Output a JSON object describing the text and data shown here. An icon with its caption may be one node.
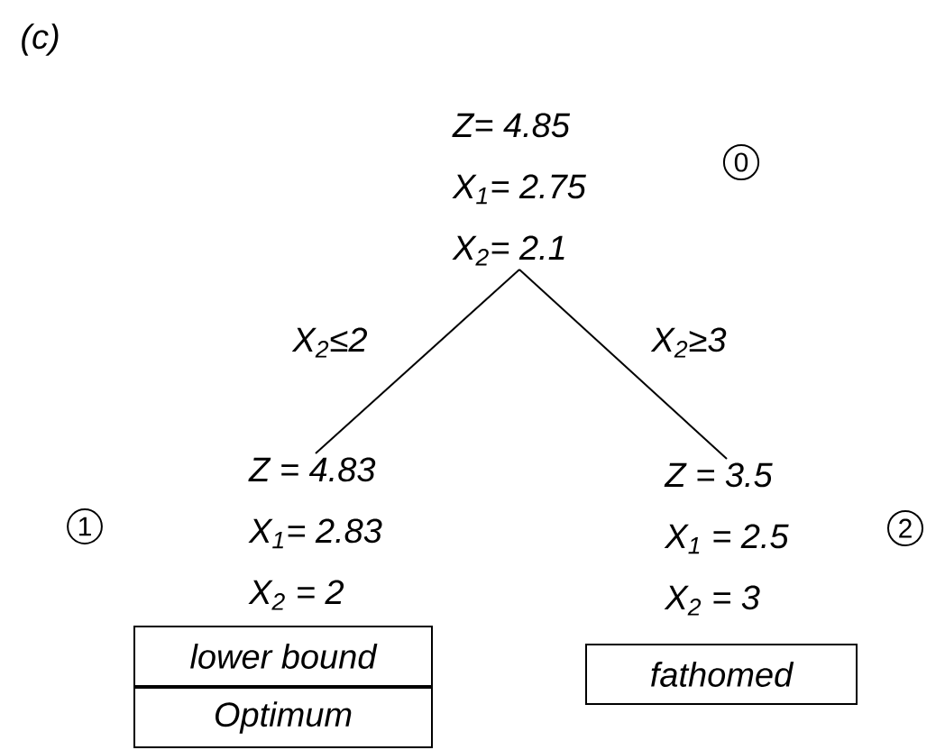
{
  "diagram": {
    "title": "(c)",
    "nodes": [
      {
        "text": [
          "Z= 4.85",
          "X$_{1}$= 2.75",
          "X$_{2}$= 2.1"
        ]
      },
      {
        "text": [
          "0"
        ]
      },
      {
        "text": [
          "Z = 4.83",
          "X$_{1}$= 2.83",
          "X$_{2}$ = 2"
        ]
      },
      {
        "text": [
          "1"
        ]
      },
      {
        "text": [
          "lower bound"
        ]
      },
      {
        "text": [
          "Optimum"
        ]
      },
      {
        "text": [
          "Z = 3.5",
          "X$_{1}$ = 2.5",
          "X$_{2}$ = 3"
        ]
      },
      {
        "text": [
          "2"
        ]
      },
      {
        "text": [
          "fathomed"
        ]
      }
    ],
    "edges": [
      {
        "from": 0,
        "to": 2,
        "arrow": "none",
        "label": "X$_{2}$≤2"
      },
      {
        "from": 0,
        "to": 6,
        "arrow": "none",
        "label": "X$_{2}$≥3"
      }
    ]
  }
}
